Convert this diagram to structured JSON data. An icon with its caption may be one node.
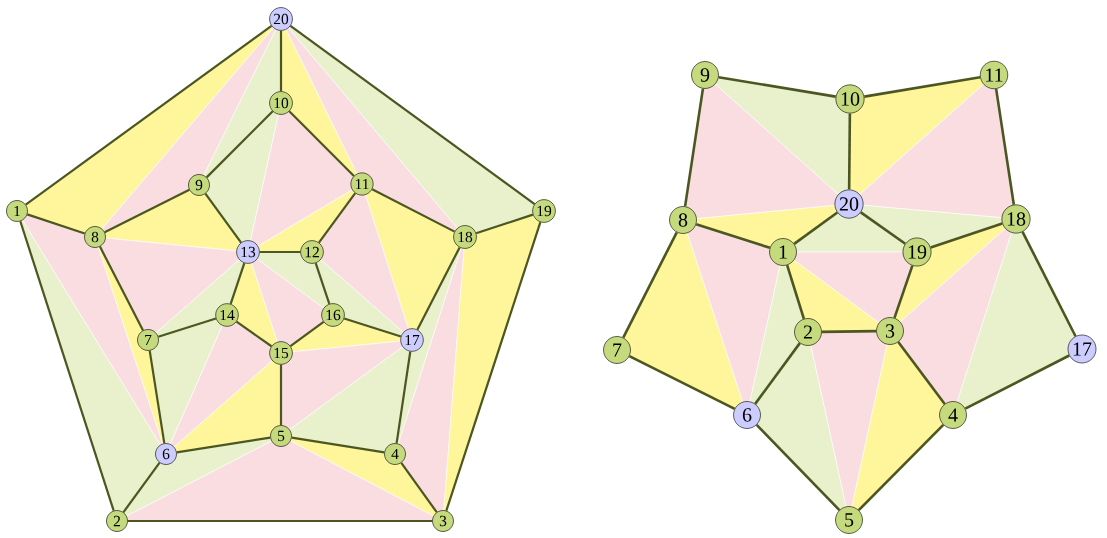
{
  "diagram": {
    "nodes": [
      {
        "text": [
          "1"
        ]
      },
      {
        "text": [
          "2"
        ]
      },
      {
        "text": [
          "3"
        ]
      },
      {
        "text": [
          "4"
        ]
      },
      {
        "text": [
          "5"
        ]
      },
      {
        "text": [
          "6"
        ]
      },
      {
        "text": [
          "7"
        ]
      },
      {
        "text": [
          "8"
        ]
      },
      {
        "text": [
          "9"
        ]
      },
      {
        "text": [
          "10"
        ]
      },
      {
        "text": [
          "11"
        ]
      },
      {
        "text": [
          "12"
        ]
      },
      {
        "text": [
          "13"
        ]
      },
      {
        "text": [
          "14"
        ]
      },
      {
        "text": [
          "15"
        ]
      },
      {
        "text": [
          "16"
        ]
      },
      {
        "text": [
          "17"
        ]
      },
      {
        "text": [
          "18"
        ]
      },
      {
        "text": [
          "19"
        ]
      },
      {
        "text": [
          "20"
        ]
      },
      {
        "text": [
          "1"
        ]
      },
      {
        "text": [
          "2"
        ]
      },
      {
        "text": [
          "3"
        ]
      },
      {
        "text": [
          "4"
        ]
      },
      {
        "text": [
          "5"
        ]
      },
      {
        "text": [
          "6"
        ]
      },
      {
        "text": [
          "7"
        ]
      },
      {
        "text": [
          "8"
        ]
      },
      {
        "text": [
          "9"
        ]
      },
      {
        "text": [
          "10"
        ]
      },
      {
        "text": [
          "11"
        ]
      },
      {
        "text": [
          "17"
        ]
      },
      {
        "text": [
          "18"
        ]
      },
      {
        "text": [
          "19"
        ]
      },
      {
        "text": [
          "20"
        ]
      }
    ],
    "edges": [
      {
        "from": 19,
        "to": 0,
        "arrow": "none"
      },
      {
        "from": 19,
        "to": 18,
        "arrow": "none"
      },
      {
        "from": 19,
        "to": 9,
        "arrow": "none"
      },
      {
        "from": 0,
        "to": 1,
        "arrow": "none"
      },
      {
        "from": 0,
        "to": 7,
        "arrow": "none"
      },
      {
        "from": 1,
        "to": 2,
        "arrow": "none"
      },
      {
        "from": 1,
        "to": 5,
        "arrow": "none"
      },
      {
        "from": 2,
        "to": 18,
        "arrow": "none"
      },
      {
        "from": 2,
        "to": 3,
        "arrow": "none"
      },
      {
        "from": 18,
        "to": 17,
        "arrow": "none"
      },
      {
        "from": 9,
        "to": 8,
        "arrow": "none"
      },
      {
        "from": 9,
        "to": 10,
        "arrow": "none"
      },
      {
        "from": 8,
        "to": 7,
        "arrow": "none"
      },
      {
        "from": 8,
        "to": 12,
        "arrow": "none"
      },
      {
        "from": 7,
        "to": 6,
        "arrow": "none"
      },
      {
        "from": 6,
        "to": 5,
        "arrow": "none"
      },
      {
        "from": 6,
        "to": 13,
        "arrow": "none"
      },
      {
        "from": 5,
        "to": 4,
        "arrow": "none"
      },
      {
        "from": 4,
        "to": 3,
        "arrow": "none"
      },
      {
        "from": 4,
        "to": 14,
        "arrow": "none"
      },
      {
        "from": 3,
        "to": 16,
        "arrow": "none"
      },
      {
        "from": 16,
        "to": 17,
        "arrow": "none"
      },
      {
        "from": 17,
        "to": 10,
        "arrow": "none"
      },
      {
        "from": 10,
        "to": 11,
        "arrow": "none"
      },
      {
        "from": 11,
        "to": 12,
        "arrow": "none"
      },
      {
        "from": 11,
        "to": 15,
        "arrow": "none"
      },
      {
        "from": 15,
        "to": 16,
        "arrow": "none"
      },
      {
        "from": 15,
        "to": 14,
        "arrow": "none"
      },
      {
        "from": 14,
        "to": 13,
        "arrow": "none"
      },
      {
        "from": 13,
        "to": 12,
        "arrow": "none"
      },
      {
        "from": 28,
        "to": 29,
        "arrow": "none"
      },
      {
        "from": 29,
        "to": 30,
        "arrow": "none"
      },
      {
        "from": 28,
        "to": 27,
        "arrow": "none"
      },
      {
        "from": 30,
        "to": 32,
        "arrow": "none"
      },
      {
        "from": 29,
        "to": 34,
        "arrow": "none"
      },
      {
        "from": 34,
        "to": 20,
        "arrow": "none"
      },
      {
        "from": 34,
        "to": 33,
        "arrow": "none"
      },
      {
        "from": 27,
        "to": 20,
        "arrow": "none"
      },
      {
        "from": 33,
        "to": 32,
        "arrow": "none"
      },
      {
        "from": 27,
        "to": 26,
        "arrow": "none"
      },
      {
        "from": 26,
        "to": 25,
        "arrow": "none"
      },
      {
        "from": 32,
        "to": 31,
        "arrow": "none"
      },
      {
        "from": 31,
        "to": 23,
        "arrow": "none"
      },
      {
        "from": 20,
        "to": 21,
        "arrow": "none"
      },
      {
        "from": 33,
        "to": 22,
        "arrow": "none"
      },
      {
        "from": 21,
        "to": 22,
        "arrow": "none"
      },
      {
        "from": 21,
        "to": 25,
        "arrow": "none"
      },
      {
        "from": 22,
        "to": 23,
        "arrow": "none"
      },
      {
        "from": 25,
        "to": 24,
        "arrow": "none"
      },
      {
        "from": 23,
        "to": 24,
        "arrow": "none"
      }
    ]
  }
}
